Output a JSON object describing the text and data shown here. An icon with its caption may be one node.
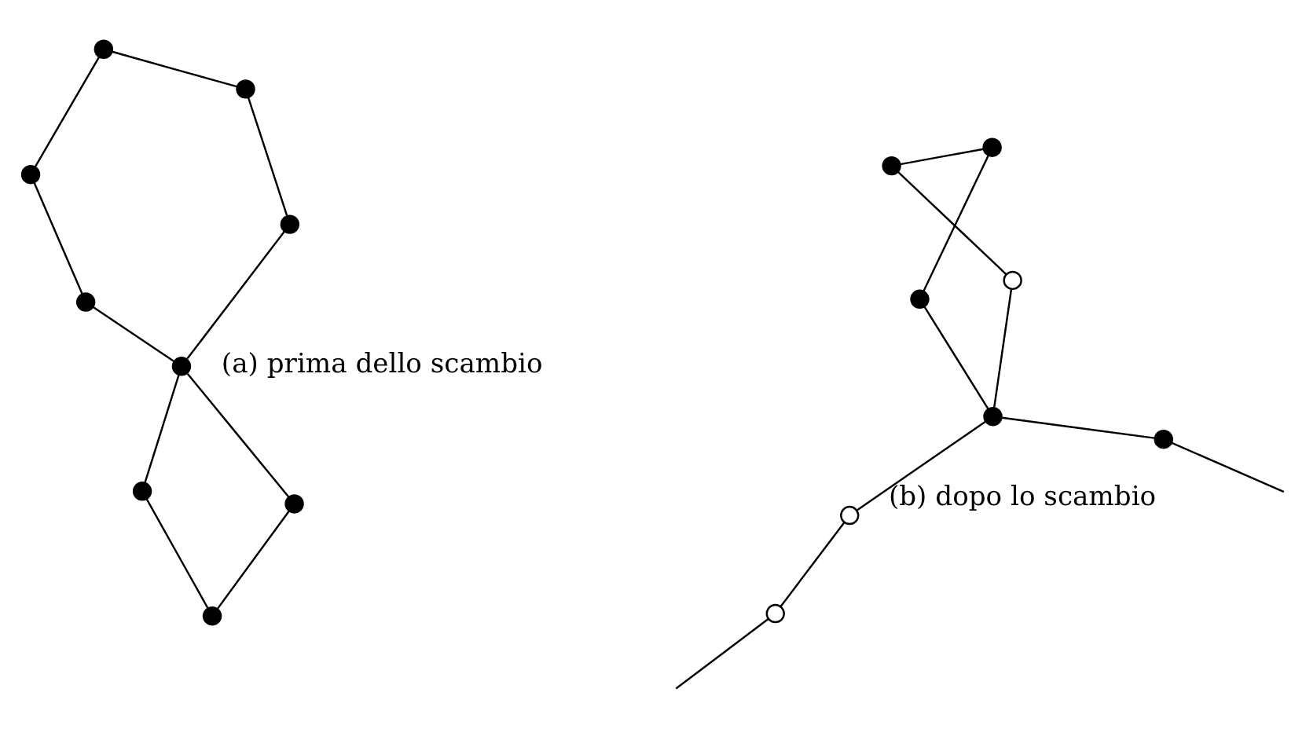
{
  "diagram": {
    "nodes": [
      {
        "text": [],
        "shape": "circle"
      },
      {
        "text": [],
        "shape": "circle"
      },
      {
        "text": [],
        "shape": "circle"
      },
      {
        "text": [],
        "shape": "circle"
      },
      {
        "text": [],
        "shape": "circle"
      },
      {
        "text": [],
        "shape": "circle"
      },
      {
        "text": [],
        "shape": "circle"
      },
      {
        "text": [],
        "shape": "circle"
      },
      {
        "text": [],
        "shape": "circle"
      },
      {
        "text": [],
        "shape": "circle"
      },
      {
        "text": [],
        "shape": "circle"
      },
      {
        "text": [],
        "shape": "circle"
      },
      {
        "text": [],
        "shape": "circle"
      },
      {
        "text": [],
        "shape": "circle"
      },
      {
        "text": [],
        "shape": "circle"
      },
      {
        "text": [],
        "shape": "circle"
      },
      {
        "text": [],
        "shape": "circle"
      }
    ],
    "edges": [
      {
        "from": 0,
        "to": 5,
        "arrow": "none"
      },
      {
        "from": 0,
        "to": 3,
        "arrow": "none"
      },
      {
        "from": 3,
        "to": 4,
        "arrow": "none"
      },
      {
        "from": 4,
        "to": 8,
        "arrow": "none"
      },
      {
        "from": 8,
        "to": 7,
        "arrow": "none"
      },
      {
        "from": 7,
        "to": 5,
        "arrow": "none"
      },
      {
        "from": 8,
        "to": 2,
        "arrow": "none"
      },
      {
        "from": 2,
        "to": 1,
        "arrow": "none"
      },
      {
        "from": 1,
        "to": 6,
        "arrow": "none"
      },
      {
        "from": 6,
        "to": 8,
        "arrow": "none"
      },
      {
        "from": 9,
        "to": 13,
        "arrow": "none"
      },
      {
        "from": 9,
        "to": 10,
        "arrow": "none"
      },
      {
        "from": 11,
        "to": null,
        "arrow": "none"
      },
      {
        "from": 11,
        "to": 12,
        "arrow": "none"
      },
      {
        "from": 12,
        "to": 16,
        "arrow": "none"
      },
      {
        "from": 16,
        "to": 15,
        "arrow": "none"
      },
      {
        "from": 15,
        "to": 13,
        "arrow": "none"
      },
      {
        "from": 16,
        "to": 10,
        "arrow": "none"
      },
      {
        "from": 16,
        "to": 14,
        "arrow": "none"
      },
      {
        "from": 14,
        "to": null,
        "arrow": "none"
      }
    ],
    "labels": [
      "(a) prima dello scambio",
      "(b) dopo lo scambio"
    ]
  }
}
